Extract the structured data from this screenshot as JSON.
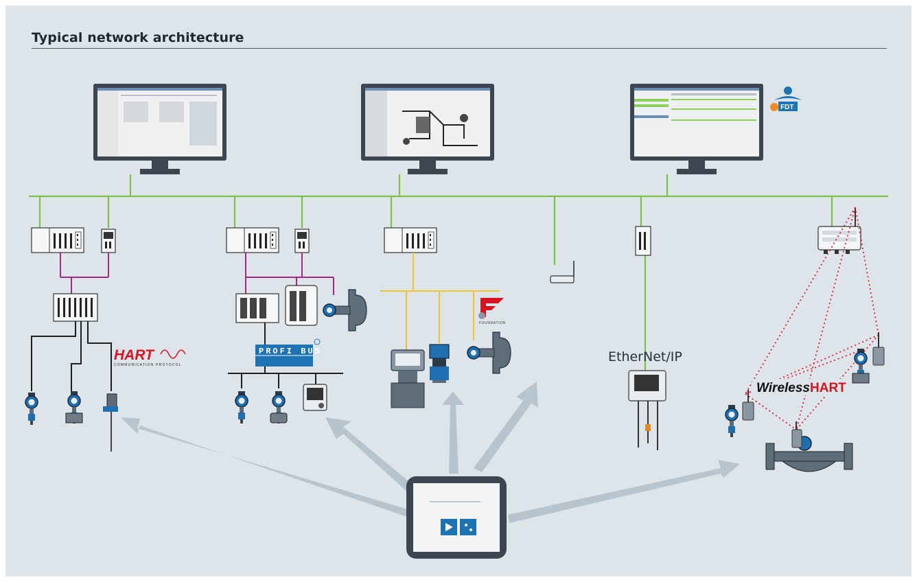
{
  "title": "Typical network architecture",
  "colors": {
    "background": "#dde4ea",
    "ethernet": "#7ec242",
    "hart": "#a2287c",
    "foundation_fieldbus": "#f2c230",
    "profibus": "#1d1d1d",
    "wireless": "#d81e2a",
    "arrow": "#b4c2cc"
  },
  "logos": {
    "hart": "HART",
    "hart_sub": "COMMUNICATION PROTOCOL",
    "profibus": "PROFI BUS",
    "foundation": "FOUNDATION",
    "ethernet_ip": "EtherNet/IP",
    "wireless_hart_1": "Wireless",
    "wireless_hart_2": "HART",
    "fdt": "FDT"
  }
}
